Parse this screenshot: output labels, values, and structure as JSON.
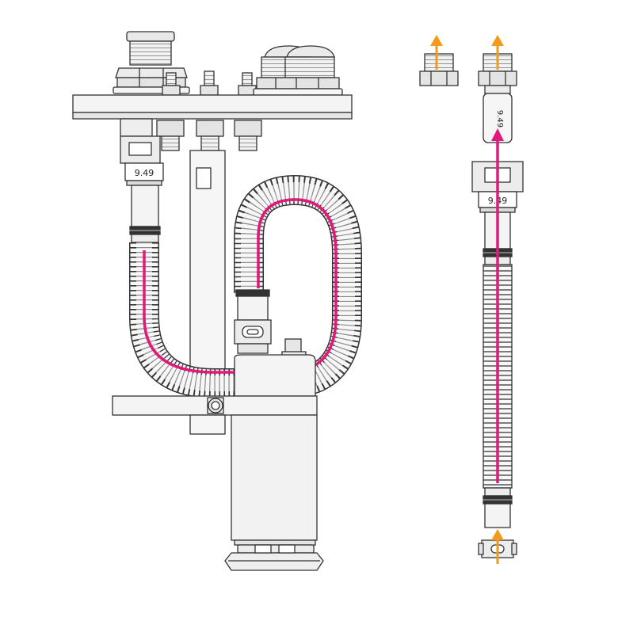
{
  "labels": {
    "main_hose_tag": "9.49",
    "side_hose_tag": "9.49",
    "side_fitting_tag": "9.49"
  },
  "colors": {
    "background": "#ffffff",
    "outline": "#333333",
    "part_fill": "#f2f2f2",
    "part_fill_dark": "#e3e3e3",
    "flow_path": "#e0197a",
    "flow_arrow": "#f39a1e"
  },
  "icons": [
    "flow-arrow-up-icon"
  ]
}
